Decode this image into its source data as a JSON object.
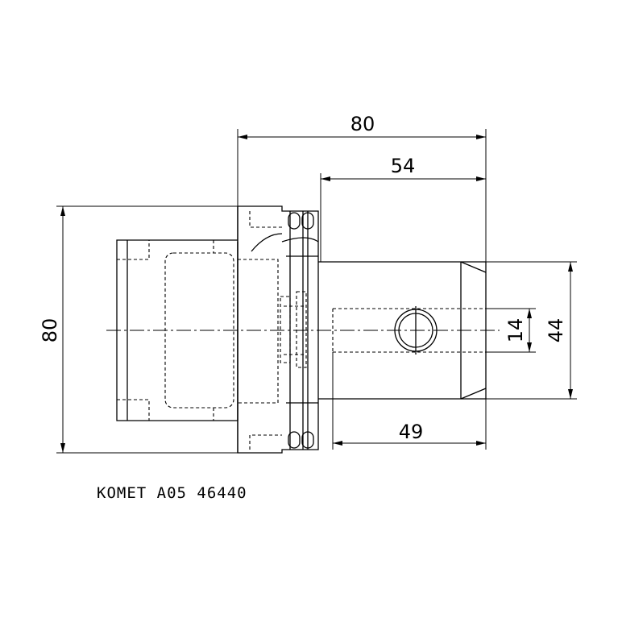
{
  "dimensions": {
    "overall_length": "80",
    "shank_length": "54",
    "bore_depth": "49",
    "flange_diameter": "80",
    "bore_diameter": "14",
    "shank_diameter": "44"
  },
  "caption": "KOMET A05 46440"
}
